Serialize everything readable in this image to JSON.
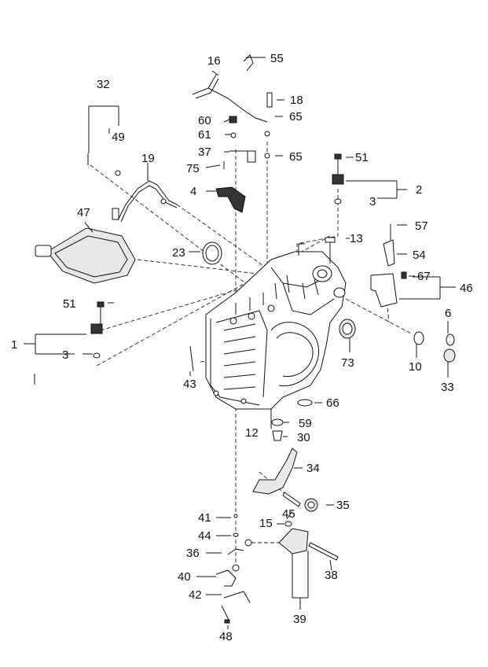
{
  "labels": {
    "p1": "1",
    "p2": "2",
    "p3a": "3",
    "p3b": "3",
    "p4": "4",
    "p6": "6",
    "p10": "10",
    "p12": "12",
    "p13": "13",
    "p15": "15",
    "p16": "16",
    "p18": "18",
    "p19": "19",
    "p23": "23",
    "p30": "30",
    "p32": "32",
    "p33": "33",
    "p34": "34",
    "p35": "35",
    "p36": "36",
    "p37": "37",
    "p38": "38",
    "p39": "39",
    "p40": "40",
    "p41": "41",
    "p42": "42",
    "p43": "43",
    "p44": "44",
    "p45": "45",
    "p46": "46",
    "p47": "47",
    "p48": "48",
    "p49": "49",
    "p51a": "51",
    "p51b": "51",
    "p54": "54",
    "p55": "55",
    "p57": "57",
    "p59": "59",
    "p60": "60",
    "p61": "61",
    "p65a": "65",
    "p65b": "65",
    "p66": "66",
    "p67": "67",
    "p73": "73",
    "p75": "75"
  }
}
